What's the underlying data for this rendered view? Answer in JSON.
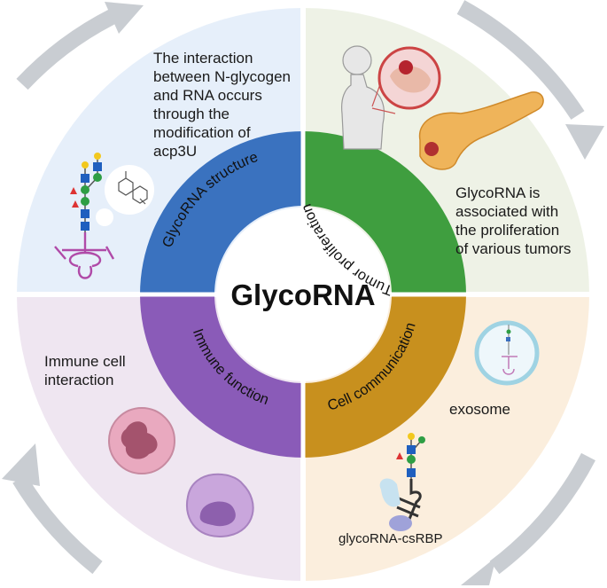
{
  "center": {
    "title": "GlycoRNA"
  },
  "ring_labels": {
    "top_left": "GlycoRNA structure",
    "top_right": "Tumor proliferation",
    "bottom_right": "Cell communication",
    "bottom_left": "Immune function"
  },
  "quadrant_text": {
    "top_left": [
      "The interaction",
      "between N-glycogen",
      "and RNA occurs",
      "through the",
      "modification of",
      "acp3U"
    ],
    "top_right": [
      "GlycoRNA is",
      "associated with",
      "the proliferation",
      "of various tumors"
    ],
    "bottom_left": [
      "Immune cell",
      "interaction"
    ],
    "bottom_right_exosome": "exosome",
    "bottom_right_complex": "glycoRNA-csRBP"
  },
  "colors": {
    "ring_top_left": "#3a72bf",
    "ring_top_right": "#3f9e3f",
    "ring_bottom_right": "#c8901e",
    "ring_bottom_left": "#8a5bb8",
    "bg_top_left": "#e6effa",
    "bg_top_right": "#eef2e6",
    "bg_bottom_right": "#fbeedd",
    "bg_bottom_left": "#efe6f1",
    "arrow": "#c9cdd2"
  },
  "icons": {
    "top_left": [
      "glycan-chain-icon",
      "trna-icon",
      "chemical-structure-icon"
    ],
    "top_right": [
      "human-body-icon",
      "breast-tumor-icon",
      "pancreas-tumor-icon"
    ],
    "bottom_right": [
      "exosome-icon",
      "glycorna-csrbp-complex-icon"
    ],
    "bottom_left": [
      "neutrophil-icon",
      "monocyte-icon"
    ]
  }
}
